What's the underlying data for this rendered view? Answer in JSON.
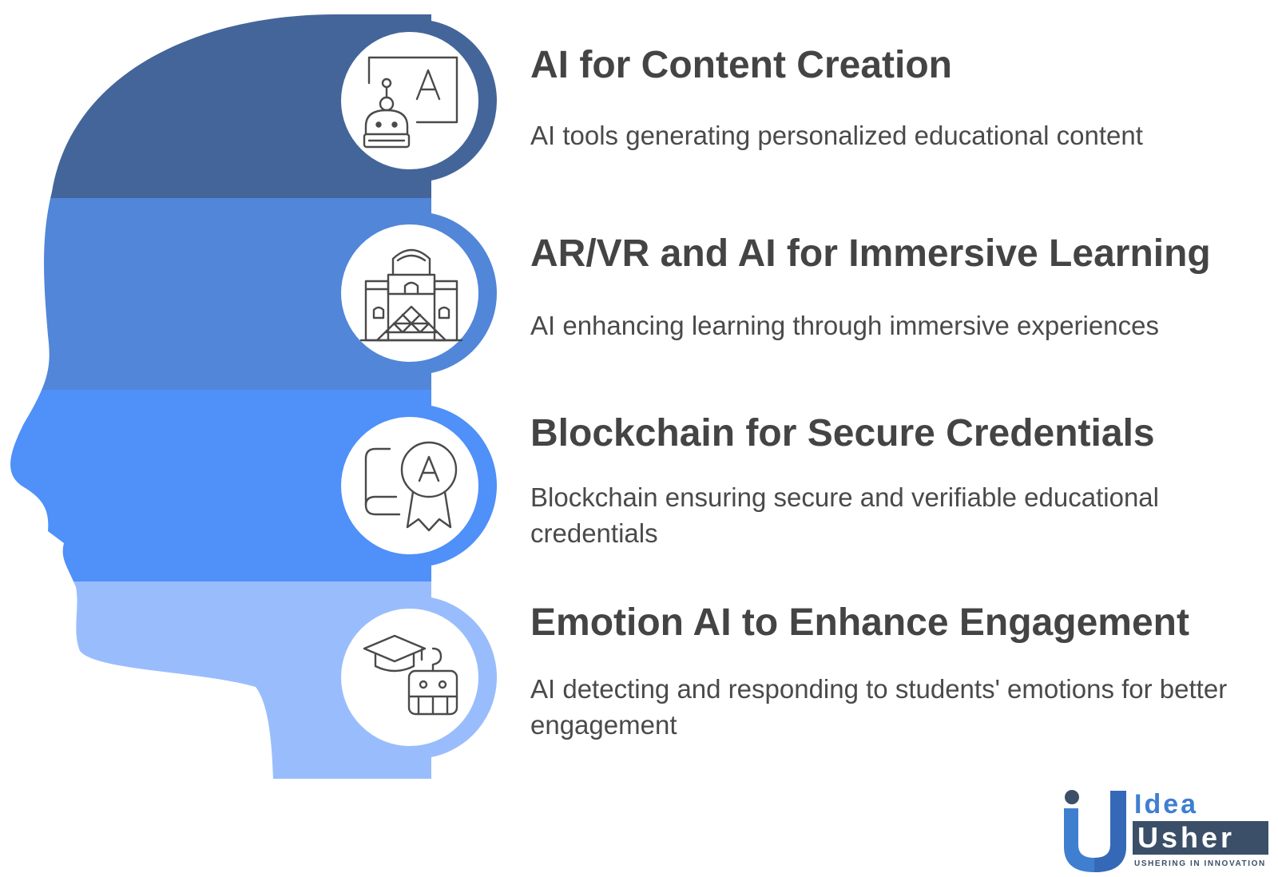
{
  "items": [
    {
      "title": "AI for Content Creation",
      "description": "AI tools generating personalized educational content",
      "icon": "robot-presentation-icon",
      "color": "#44659a"
    },
    {
      "title": "AR/VR and AI for Immersive Learning",
      "description": "AI enhancing learning through immersive experiences",
      "icon": "museum-building-icon",
      "color": "#5186d9"
    },
    {
      "title": "Blockchain for Secure Credentials",
      "description": "Blockchain ensuring secure and verifiable educational credentials",
      "icon": "certificate-award-icon",
      "color": "#4f90f9"
    },
    {
      "title": "Emotion AI to Enhance Engagement",
      "description": "AI detecting and responding to students' emotions for better engagement",
      "icon": "graduation-robot-icon",
      "color": "#99bdfc"
    }
  ],
  "logo": {
    "line1": "Idea",
    "line2": "Usher",
    "tagline": "USHERING IN INNOVATION",
    "colors": {
      "blue": "#3f7fd0",
      "dark": "#3c4f68"
    }
  }
}
